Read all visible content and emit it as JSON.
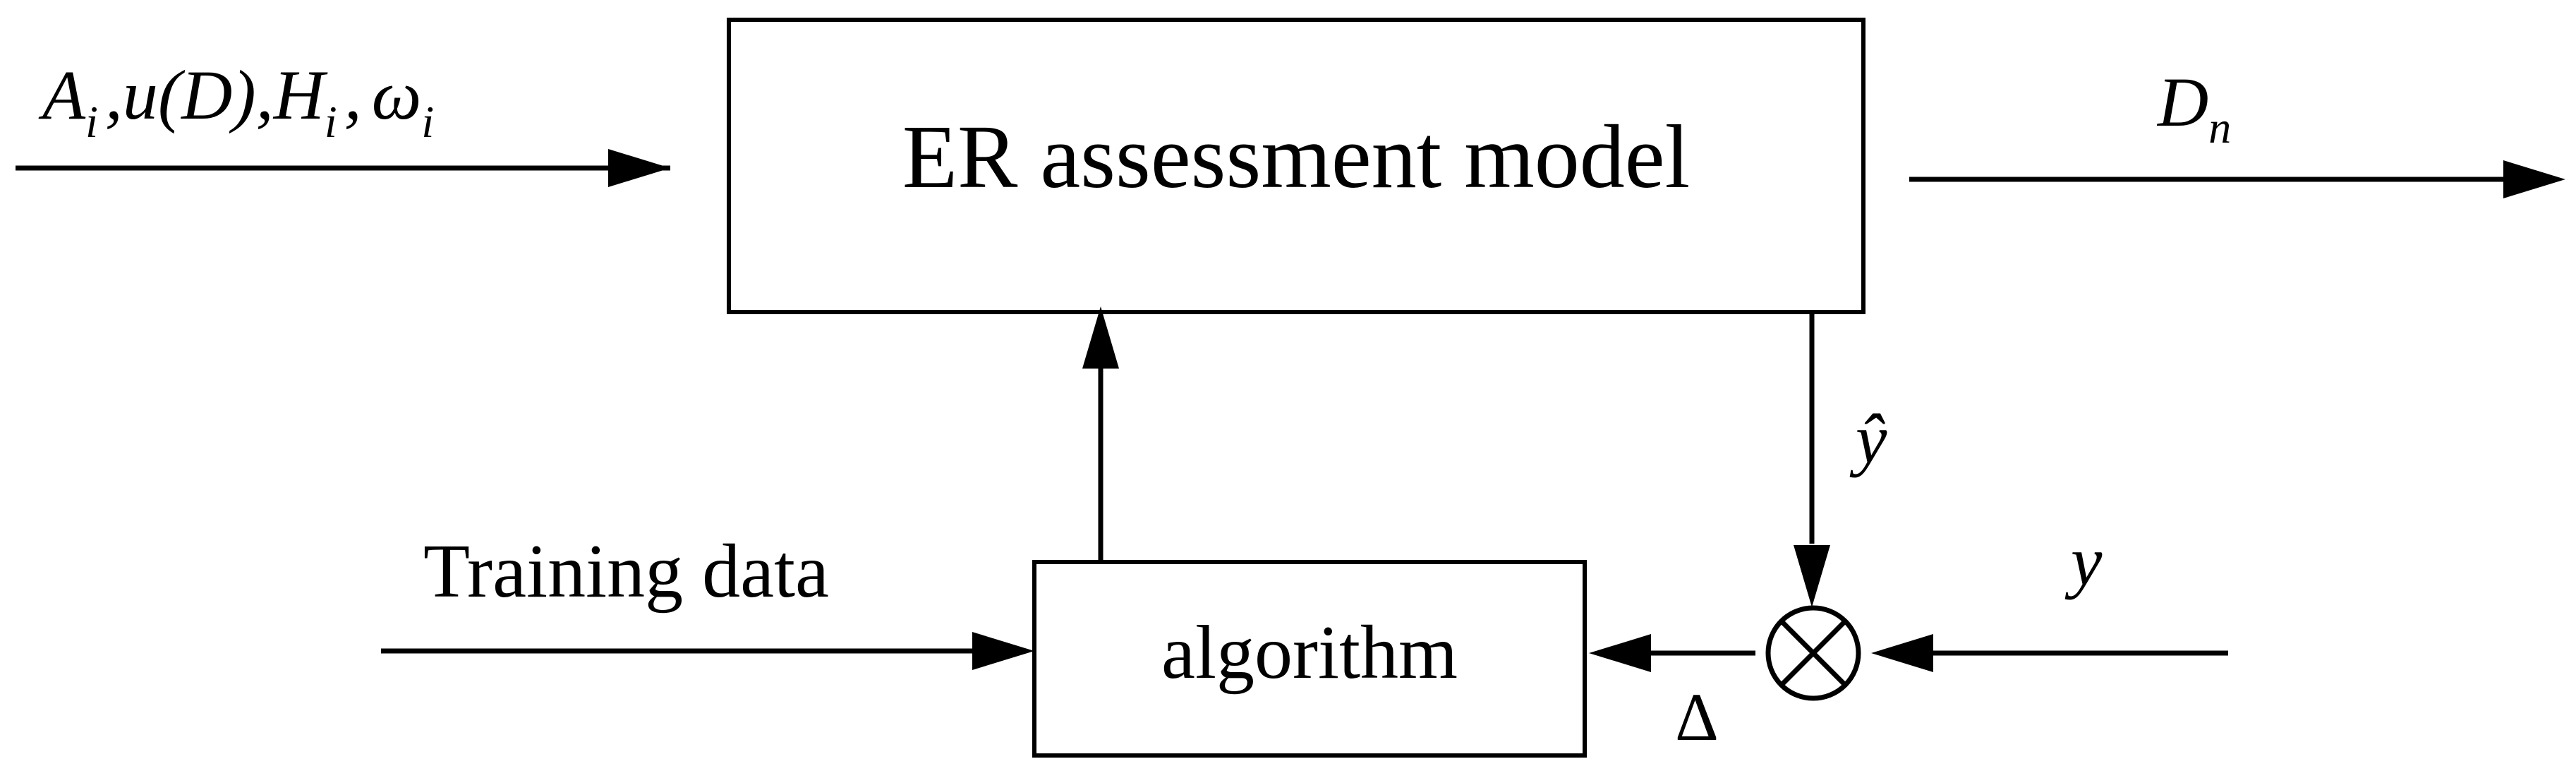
{
  "blocks": {
    "model": {
      "label": "ER assessment model"
    },
    "algorithm": {
      "label": "algorithm"
    }
  },
  "inputs": {
    "model_input": {
      "A": "A",
      "A_sub": "i",
      "sep1": ",",
      "uD": "u(D),",
      "H": "H",
      "H_sub": "i",
      "sep2": ",",
      "omega": "ω",
      "omega_sub": "i"
    },
    "training": "Training data",
    "y": "y"
  },
  "outputs": {
    "D": "D",
    "D_sub": "n",
    "y_hat": "ŷ"
  },
  "junction": {
    "symbol": "⊗",
    "error_label": "Δ"
  },
  "colors": {
    "stroke": "#000000",
    "background": "#ffffff"
  }
}
